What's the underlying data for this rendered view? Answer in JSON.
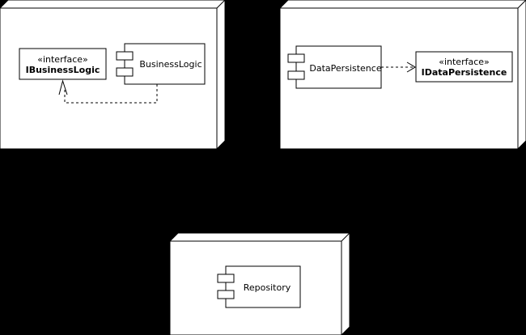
{
  "nodes": [
    {
      "components": [
        {
          "kind": "interface",
          "stereotype": "«interface»",
          "name": "IBusinessLogic"
        },
        {
          "kind": "component",
          "name": "BusinessLogic"
        }
      ]
    },
    {
      "components": [
        {
          "kind": "component",
          "name": "DataPersistence"
        },
        {
          "kind": "interface",
          "stereotype": "«interface»",
          "name": "IDataPersistence"
        }
      ]
    },
    {
      "components": [
        {
          "kind": "component",
          "name": "Repository"
        }
      ]
    }
  ],
  "relations": [
    {
      "from": "BusinessLogic",
      "to": "IBusinessLogic",
      "type": "realization",
      "style": "dashed"
    },
    {
      "from": "DataPersistence",
      "to": "IDataPersistence",
      "type": "dependency",
      "style": "dashed"
    }
  ],
  "colors": {
    "background": "#000000",
    "node_fill": "#ffffff",
    "stroke": "#000000"
  }
}
